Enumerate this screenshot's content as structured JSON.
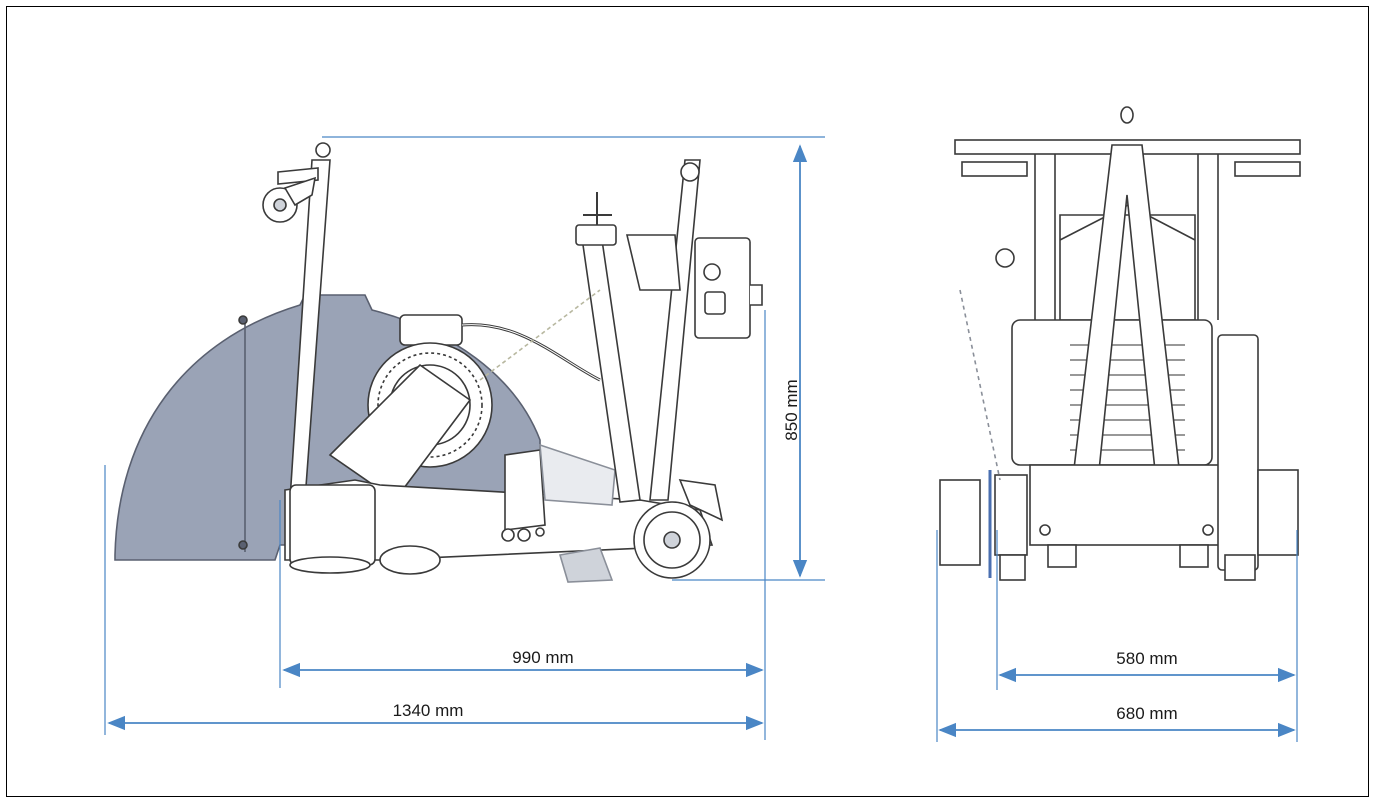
{
  "colors": {
    "dimension_line": "#4a86c5",
    "guard_fill": "#9aa3b6",
    "line_art": "#3a3a3a",
    "frame": "#000000"
  },
  "dimensions": {
    "height": "850 mm",
    "wheelbase_length": "990 mm",
    "overall_length": "1340 mm",
    "inner_width": "580 mm",
    "overall_width": "680 mm"
  }
}
